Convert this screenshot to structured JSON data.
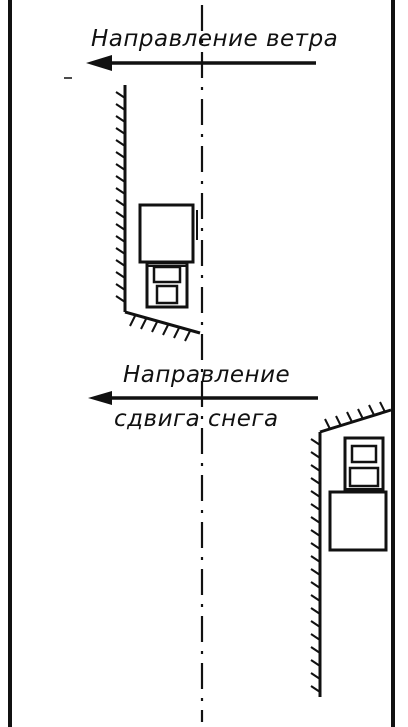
{
  "labels": {
    "wind_direction": "Направление ветра",
    "shift_line1": "Направление",
    "shift_line2": "сдвига снега"
  },
  "colors": {
    "ink": "#111111",
    "background": "#ffffff"
  }
}
